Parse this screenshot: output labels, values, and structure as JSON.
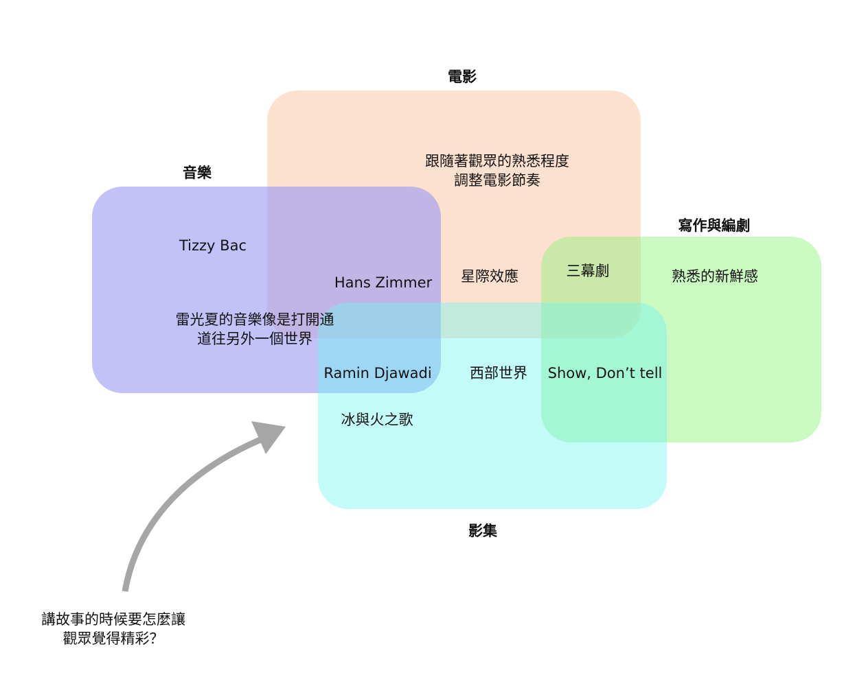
{
  "sets": {
    "film": "電影",
    "music": "音樂",
    "writing": "寫作與編劇",
    "series": "影集"
  },
  "items": {
    "film_rhythm": "跟隨著觀眾的熟悉程度\n調整電影節奏",
    "tizzy_bac": "Tizzy Bac",
    "hans_zimmer": "Hans Zimmer",
    "interstellar": "星際效應",
    "three_act": "三幕劇",
    "familiar_fresh": "熟悉的新鮮感",
    "lei_guang_xia": "雷光夏的音樂像是打開通\n道往另外一個世界",
    "ramin_djawadi": "Ramin Djawadi",
    "westworld": "西部世界",
    "show_dont_tell": "Show, Don’t tell",
    "got": "冰與火之歌"
  },
  "question": "講故事的時候要怎麼讓\n觀眾覺得精彩？",
  "colors": {
    "film": "#FCC8A8",
    "music": "#9696F5",
    "writing": "#8CF278",
    "series": "#6EF6EE",
    "arrow": "#A6A6A6"
  }
}
